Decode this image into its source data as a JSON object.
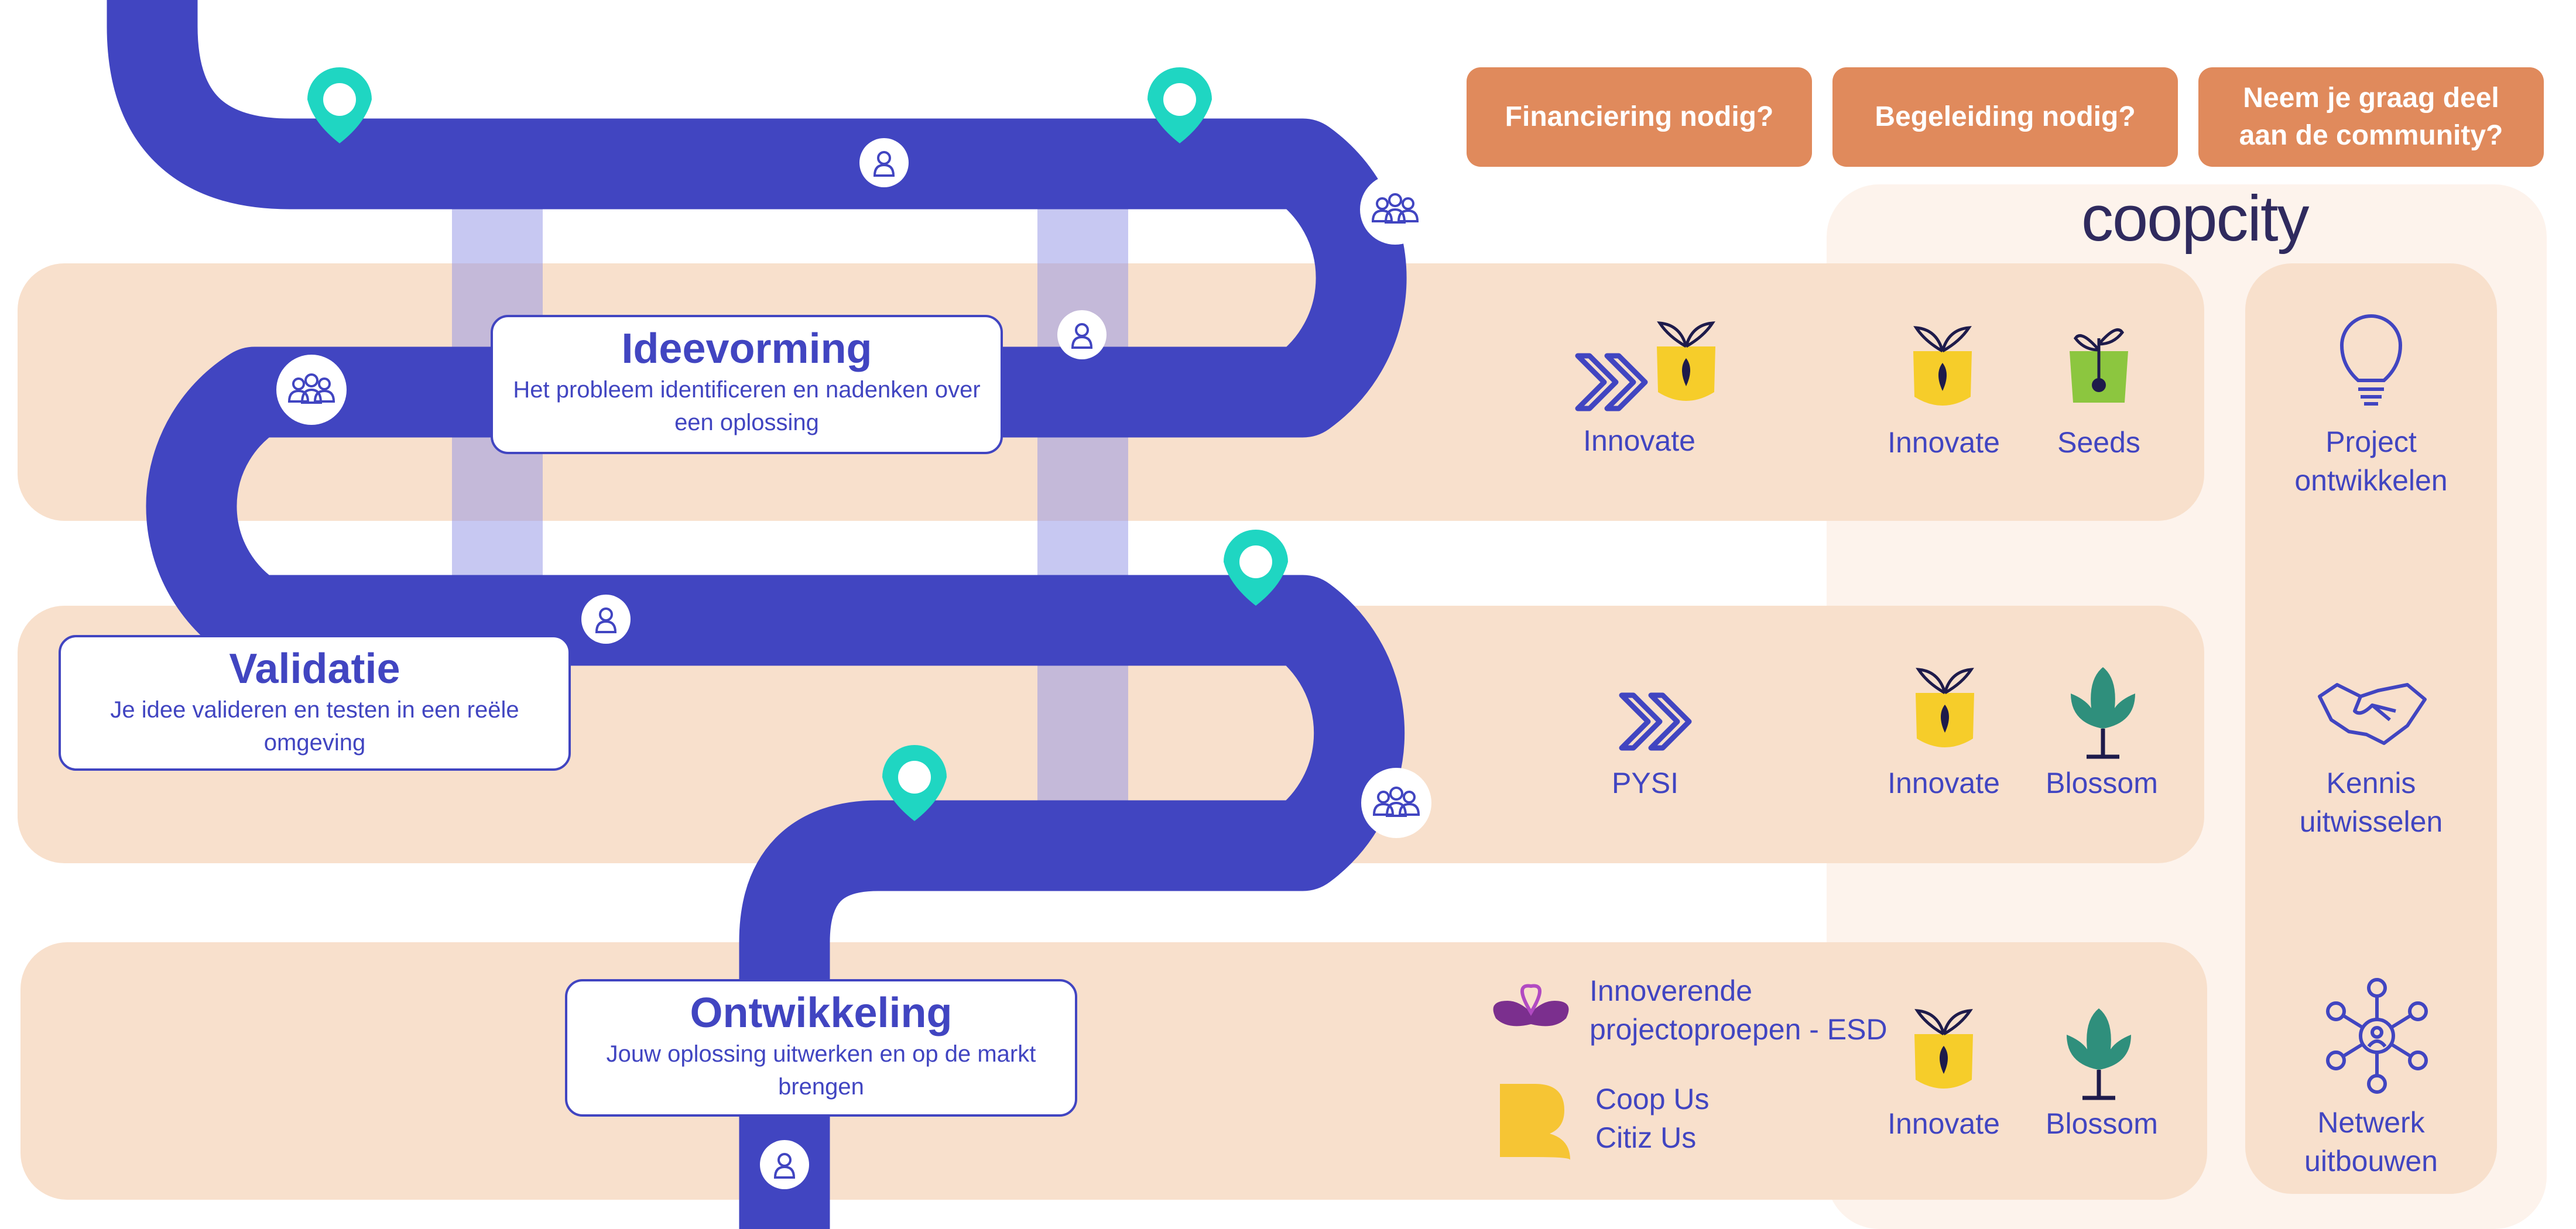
{
  "header": {
    "financing": "Financiering nodig?",
    "guidance": "Begeleiding nodig?",
    "community": "Neem je graag deel aan de community?"
  },
  "brand": {
    "logo_text": "coopcity"
  },
  "stages": {
    "ideevorming": {
      "title": "Ideevorming",
      "desc": "Het probleem identificeren en nadenken over een oplossing"
    },
    "validatie": {
      "title": "Validatie",
      "desc": "Je idee valideren en testen in een reële omgeving"
    },
    "ontwikkeling": {
      "title": "Ontwikkeling",
      "desc": "Jouw oplossing uitwerken en op de markt brengen"
    }
  },
  "financing": {
    "row1": "Innovate",
    "row2": "PYSI",
    "row3": [
      "Innoverende projectoproepen - ESD",
      "Coop Us Citiz Us"
    ]
  },
  "guidance": {
    "row1": [
      "Innovate",
      "Seeds"
    ],
    "row2": [
      "Innovate",
      "Blossom"
    ],
    "row3": [
      "Innovate",
      "Blossom"
    ]
  },
  "community": {
    "row1": "Project ontwikkelen",
    "row2": "Kennis uitwisselen",
    "row3": "Netwerk uitbouwen"
  },
  "colors": {
    "road": "#4145c1",
    "band": "#f8e0cc",
    "header": "#e08a5c",
    "pin": "#1fd6c2",
    "yellow": "#f6cd2a",
    "green": "#8cc63f",
    "teal_leaf": "#2f8f7c",
    "purple": "#7b2f8e"
  },
  "icons": [
    "location-pin-icon",
    "person-icon",
    "group-icon",
    "double-chevron-icon",
    "innovate-bulb-icon",
    "seeds-icon",
    "blossom-icon",
    "esd-heart-icon",
    "coop-us-b-icon",
    "lightbulb-icon",
    "handshake-icon",
    "network-icon"
  ]
}
